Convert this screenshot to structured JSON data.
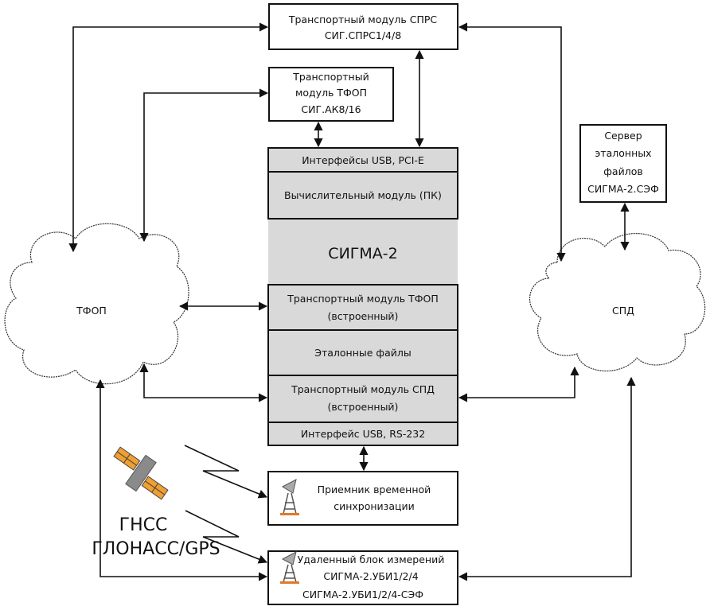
{
  "modules": {
    "sprs": {
      "line1": "Транспортный модуль СПРС",
      "line2": "СИГ.СПРС1/4/8"
    },
    "tfop_ext": {
      "line1": "Транспортный",
      "line2": "модуль ТФОП",
      "line3": "СИГ.АК8/16"
    },
    "server": {
      "line1": "Сервер",
      "line2": "эталонных",
      "line3": "файлов",
      "line4": "СИГМА-2.СЭФ"
    },
    "receiver": {
      "line1": "Приемник временной",
      "line2": "синхронизации"
    },
    "remote": {
      "line1": "Удаленный блок измерений",
      "line2": "СИГМА-2.УБИ1/2/4",
      "line3": "СИГМА-2.УБИ1/2/4-СЭФ"
    }
  },
  "sigma_stack": {
    "title": "СИГМА-2",
    "usb_pcie": "Интерфейсы USB, PCI-E",
    "compute": "Вычислительный модуль (ПК)",
    "tfop_builtin": {
      "line1": "Транспортный модуль ТФОП",
      "line2": "(встроенный)"
    },
    "reference_files": "Эталонные файлы",
    "spd_builtin": {
      "line1": "Транспортный модуль СПД",
      "line2": "(встроенный)"
    },
    "usb_rs232": "Интерфейс USB, RS-232"
  },
  "clouds": {
    "tfop": "ТФОП",
    "spd": "СПД"
  },
  "gnss": {
    "line1": "ГНСС",
    "line2": "ГЛОНАСС/GPS"
  },
  "colors": {
    "stack_fill": "#d9d9d9",
    "satellite_orange": "#f0a030",
    "satellite_gray": "#8a8a8a"
  }
}
